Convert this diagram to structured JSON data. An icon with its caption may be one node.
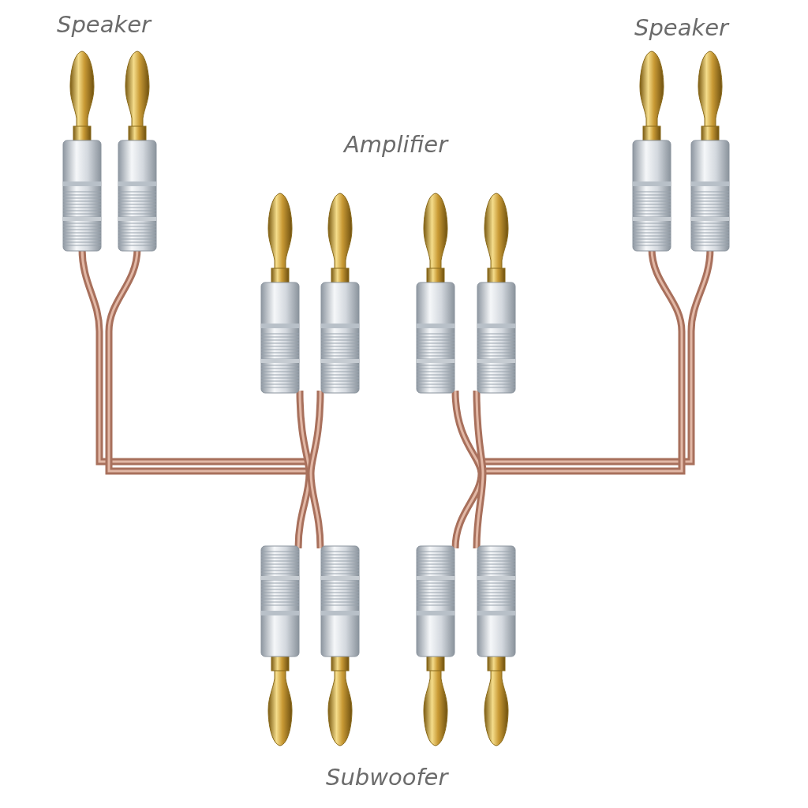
{
  "diagram": {
    "labels": [
      "Speaker",
      "Speaker",
      "Amplifier",
      "Subwoofer"
    ]
  }
}
